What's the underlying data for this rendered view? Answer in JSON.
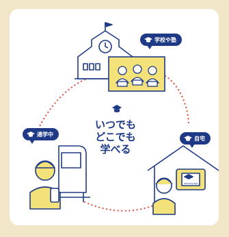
{
  "labels": {
    "school": "学校や塾",
    "commute": "通学中",
    "home": "自宅"
  },
  "center": {
    "line1": "いつでも",
    "line2": "どこでも",
    "line3": "学べる"
  },
  "tablet_text": "Learning app",
  "colors": {
    "navy": "#1e3a86",
    "yellow": "#f3e27a",
    "red_dots": "#e04a3a",
    "background": "#f2e6c9"
  }
}
